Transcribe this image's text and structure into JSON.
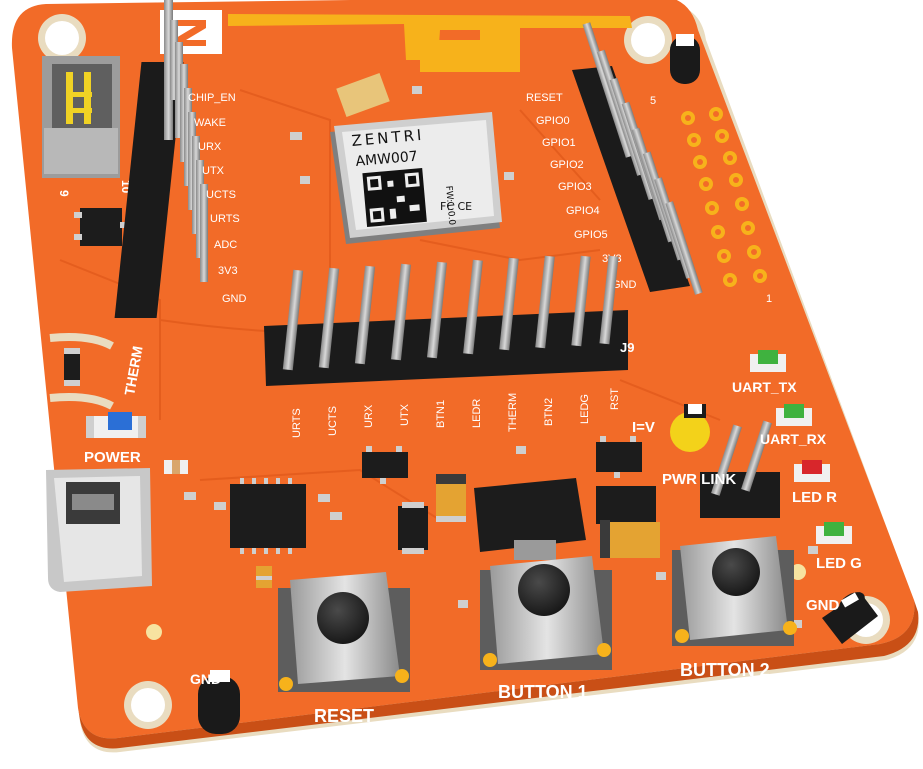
{
  "board": {
    "module": {
      "brand": "ZENTRI",
      "model": "AMW007",
      "firmware": "FW:1.0.0"
    },
    "left_header_labels": [
      "CHIP_EN",
      "WAKE",
      "URX",
      "UTX",
      "UCTS",
      "URTS",
      "ADC",
      "3V3",
      "GND"
    ],
    "right_header_labels": [
      "RESET",
      "GPIO0",
      "GPIO1",
      "GPIO2",
      "GPIO3",
      "GPIO4",
      "GPIO5",
      "3V3",
      "GND"
    ],
    "right_header_tag": "5",
    "right_header_pin1": "1",
    "bottom_header_labels": [
      "URTS",
      "UCTS",
      "URX",
      "UTX",
      "BTN1",
      "LEDR",
      "THERM",
      "BTN2",
      "LEDG",
      "RST"
    ],
    "bottom_header_tag": "J9",
    "swd_labels": [
      "9",
      "10"
    ],
    "labels": {
      "therm": "THERM",
      "power": "POWER",
      "uart_tx": "UART_TX",
      "uart_rx": "UART_RX",
      "led_r": "LED R",
      "led_g": "LED G",
      "gnd_right": "GND",
      "gnd_left": "GND",
      "pwr_link": "PWR LINK",
      "ivc": "I=V",
      "reset": "RESET",
      "button1": "BUTTON 1",
      "button2": "BUTTON 2"
    },
    "colors": {
      "pcb": "#f26b28",
      "pcb_edge": "#c94f16",
      "substrate": "#e9dcc0",
      "antenna": "#f7b21b",
      "silkscreen": "#ffffff",
      "led_green": "#3fb23f",
      "led_red": "#d8262b",
      "led_blue": "#2b6fd6"
    }
  }
}
